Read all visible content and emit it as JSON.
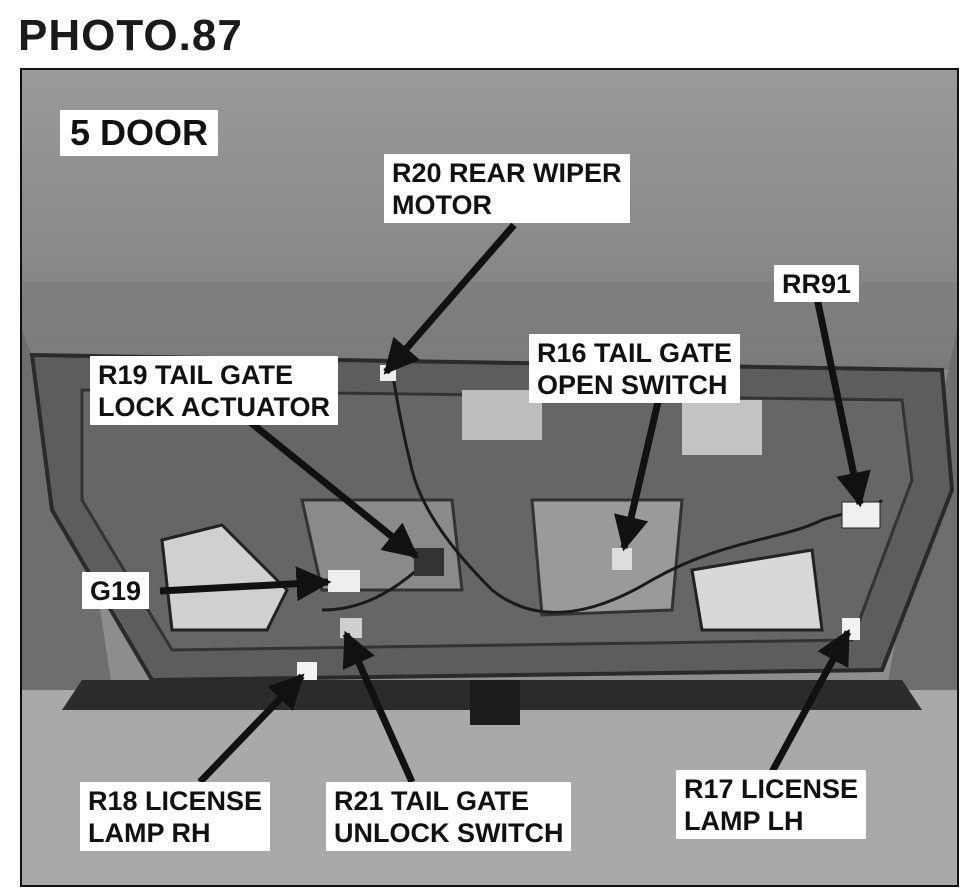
{
  "title": "PHOTO.87",
  "badge": "5 DOOR",
  "callouts": {
    "r20": [
      "R20 REAR WIPER",
      "MOTOR"
    ],
    "rr91": [
      "RR91"
    ],
    "r19": [
      "R19 TAIL GATE",
      "LOCK ACTUATOR"
    ],
    "r16": [
      "R16 TAIL GATE",
      "OPEN SWITCH"
    ],
    "g19": [
      "G19"
    ],
    "r18": [
      "R18 LICENSE",
      "LAMP RH"
    ],
    "r21": [
      "R21 TAIL GATE",
      "UNLOCK SWITCH"
    ],
    "r17": [
      "R17 LICENSE",
      "LAMP LH"
    ]
  },
  "colors": {
    "photo_bg": "#8d8d8d",
    "panel": "#5a5a5a",
    "label_bg": "#ffffff",
    "arrow": "#111111"
  }
}
